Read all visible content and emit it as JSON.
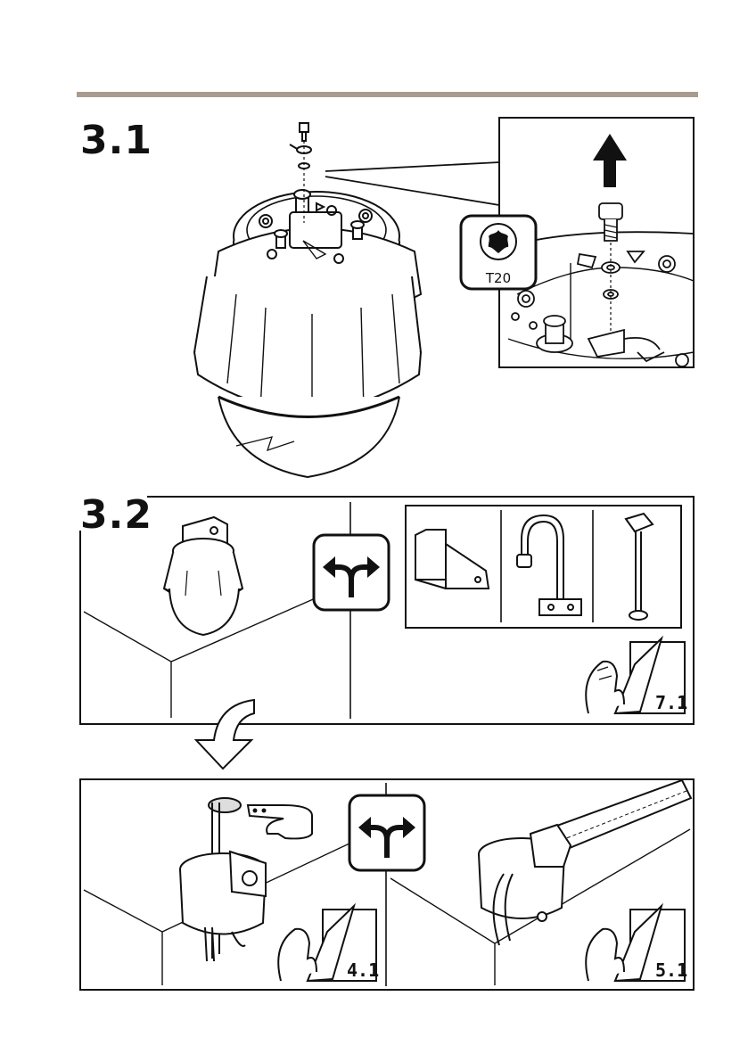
{
  "steps": {
    "s31": "3.1",
    "s32": "3.2"
  },
  "tool": {
    "label": "T20",
    "icon": "torx-bit-icon"
  },
  "refs": {
    "bracket_wall": "7.1",
    "ceiling_mount": "4.1",
    "pendant_mount": "5.1"
  },
  "icons": {
    "arrow_up": "arrow-up-icon",
    "fork": "fork-arrows-icon",
    "down": "curved-down-arrow-icon",
    "hand": "hand-pointing-icon",
    "page_turn": "page-turn-icon"
  },
  "colors": {
    "rule": "#a89c8e",
    "ink": "#111111"
  }
}
